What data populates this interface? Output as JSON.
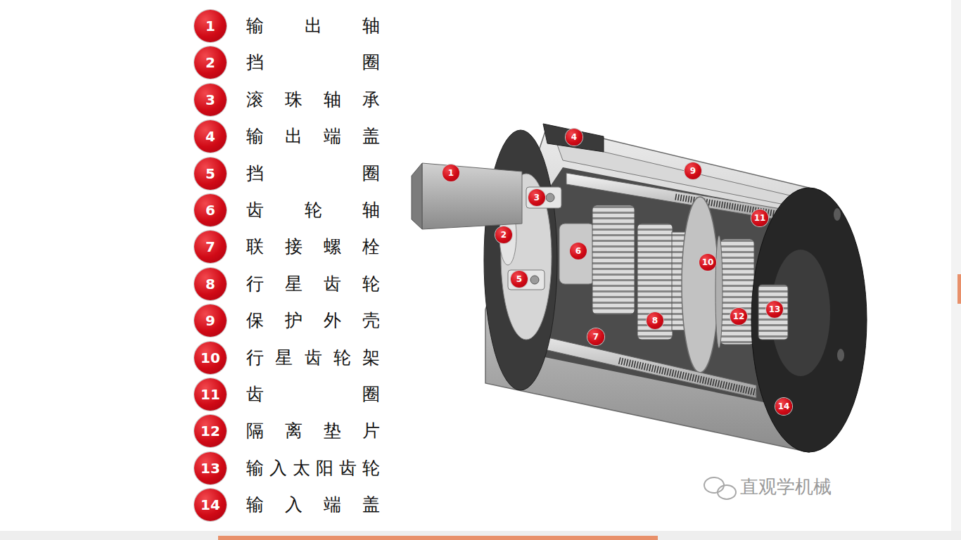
{
  "diagram": {
    "nodes": [
      {
        "text": [
          "1",
          "输出轴"
        ]
      },
      {
        "text": [
          "2",
          "挡圈"
        ]
      },
      {
        "text": [
          "3",
          "滚珠轴承"
        ]
      },
      {
        "text": [
          "4",
          "输出端盖"
        ]
      },
      {
        "text": [
          "5",
          "挡圈"
        ]
      },
      {
        "text": [
          "6",
          "齿轮轴"
        ]
      },
      {
        "text": [
          "7",
          "联接螺栓"
        ]
      },
      {
        "text": [
          "8",
          "行星齿轮"
        ]
      },
      {
        "text": [
          "9",
          "保护外壳"
        ]
      },
      {
        "text": [
          "10",
          "行星齿轮架"
        ]
      },
      {
        "text": [
          "11",
          "齿圈"
        ]
      },
      {
        "text": [
          "12",
          "隔离垫片"
        ]
      },
      {
        "text": [
          "13",
          "输入太阳齿轮"
        ]
      },
      {
        "text": [
          "14",
          "输入端盖"
        ]
      },
      {
        "text": [
          "1"
        ]
      },
      {
        "text": [
          "2"
        ]
      },
      {
        "text": [
          "3"
        ]
      },
      {
        "text": [
          "4"
        ]
      },
      {
        "text": [
          "5"
        ]
      },
      {
        "text": [
          "6"
        ]
      },
      {
        "text": [
          "7"
        ]
      },
      {
        "text": [
          "8"
        ]
      },
      {
        "text": [
          "9"
        ]
      },
      {
        "text": [
          "10"
        ]
      },
      {
        "text": [
          "11"
        ]
      },
      {
        "text": [
          "12"
        ]
      },
      {
        "text": [
          "13"
        ]
      },
      {
        "text": [
          "14"
        ]
      }
    ],
    "labels": [
      "直观学机械"
    ]
  }
}
